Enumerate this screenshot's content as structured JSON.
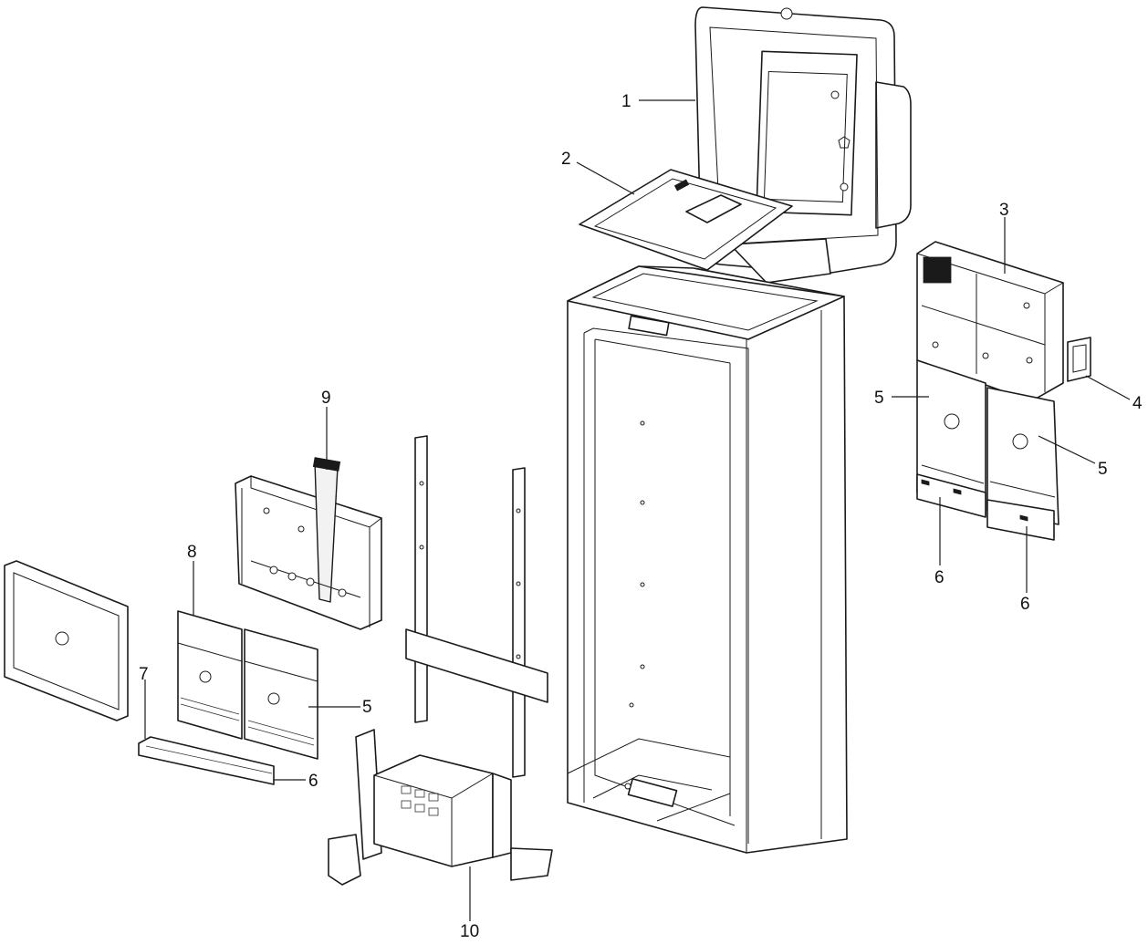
{
  "callouts": [
    {
      "id": "c1",
      "label": "1"
    },
    {
      "id": "c2",
      "label": "2"
    },
    {
      "id": "c3",
      "label": "3"
    },
    {
      "id": "c4",
      "label": "4"
    },
    {
      "id": "c5a",
      "label": "5"
    },
    {
      "id": "c5b",
      "label": "5"
    },
    {
      "id": "c5c",
      "label": "5"
    },
    {
      "id": "c6a",
      "label": "6"
    },
    {
      "id": "c6b",
      "label": "6"
    },
    {
      "id": "c6c",
      "label": "6"
    },
    {
      "id": "c7",
      "label": "7"
    },
    {
      "id": "c8",
      "label": "8"
    },
    {
      "id": "c9",
      "label": "9"
    },
    {
      "id": "c10",
      "label": "10"
    }
  ],
  "colors": {
    "line": "#1a1a1a",
    "fill": "#ffffff",
    "shade": "#f2f2f2"
  }
}
